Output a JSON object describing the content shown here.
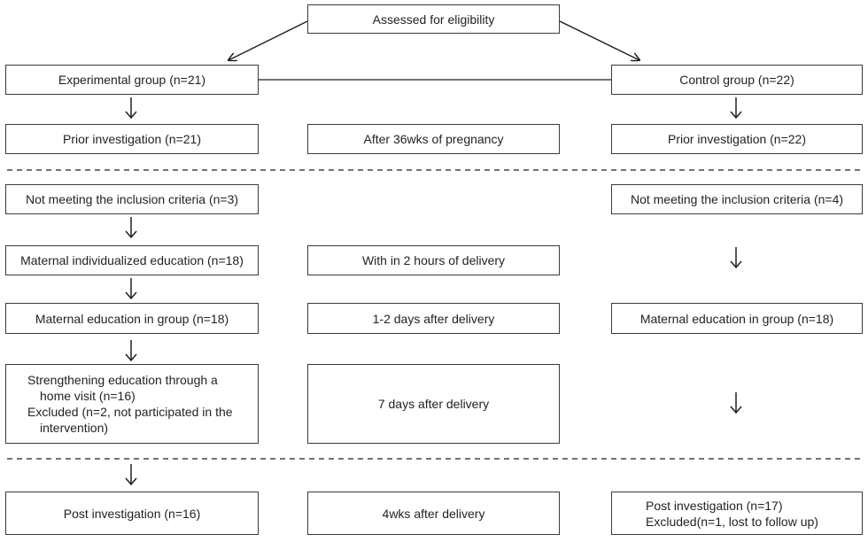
{
  "top": {
    "assessed": "Assessed for eligibility"
  },
  "groups": {
    "experimental": "Experimental group (n=21)",
    "control": "Control group (n=22)"
  },
  "stage1": {
    "exp": "Prior investigation (n=21)",
    "time": "After 36wks of pregnancy",
    "ctrl": "Prior investigation (n=22)"
  },
  "stage2": {
    "exp": "Not meeting the inclusion criteria (n=3)",
    "ctrl": "Not meeting the inclusion criteria (n=4)"
  },
  "stage3": {
    "exp": "Maternal individualized education (n=18)",
    "time": "With in 2 hours of delivery"
  },
  "stage4": {
    "exp": "Maternal education in group (n=18)",
    "time": "1-2 days after delivery",
    "ctrl": "Maternal education in group (n=18)"
  },
  "stage5": {
    "exp_line1": "Strengthening  education through a",
    "exp_line2": "home visit (n=16)",
    "exp_line3": "Excluded (n=2, not participated in the",
    "exp_line4": "intervention)",
    "time": "7 days after delivery"
  },
  "stage6": {
    "exp": "Post investigation (n=16)",
    "time": "4wks after delivery",
    "ctrl_line1": "Post investigation (n=17)",
    "ctrl_line2": "Excluded(n=1, lost to follow up)"
  }
}
